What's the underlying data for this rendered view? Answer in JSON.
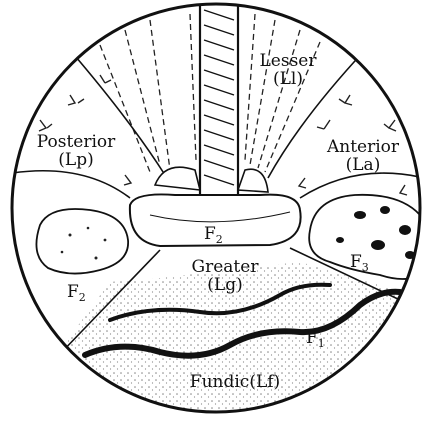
{
  "diagram": {
    "regions": [
      {
        "name": "Lesser",
        "abbr": "(Ll)"
      },
      {
        "name": "Anterior",
        "abbr": "(La)"
      },
      {
        "name": "Posterior",
        "abbr": "(Lp)"
      },
      {
        "name": "Greater",
        "abbr": "(Lg)"
      },
      {
        "name": "Fundic",
        "abbr": "(Lf)"
      }
    ],
    "folds": [
      {
        "letter": "F",
        "sub": "1"
      },
      {
        "letter": "F",
        "sub": "2"
      },
      {
        "letter": "F",
        "sub": "2"
      },
      {
        "letter": "F",
        "sub": "3"
      }
    ]
  }
}
